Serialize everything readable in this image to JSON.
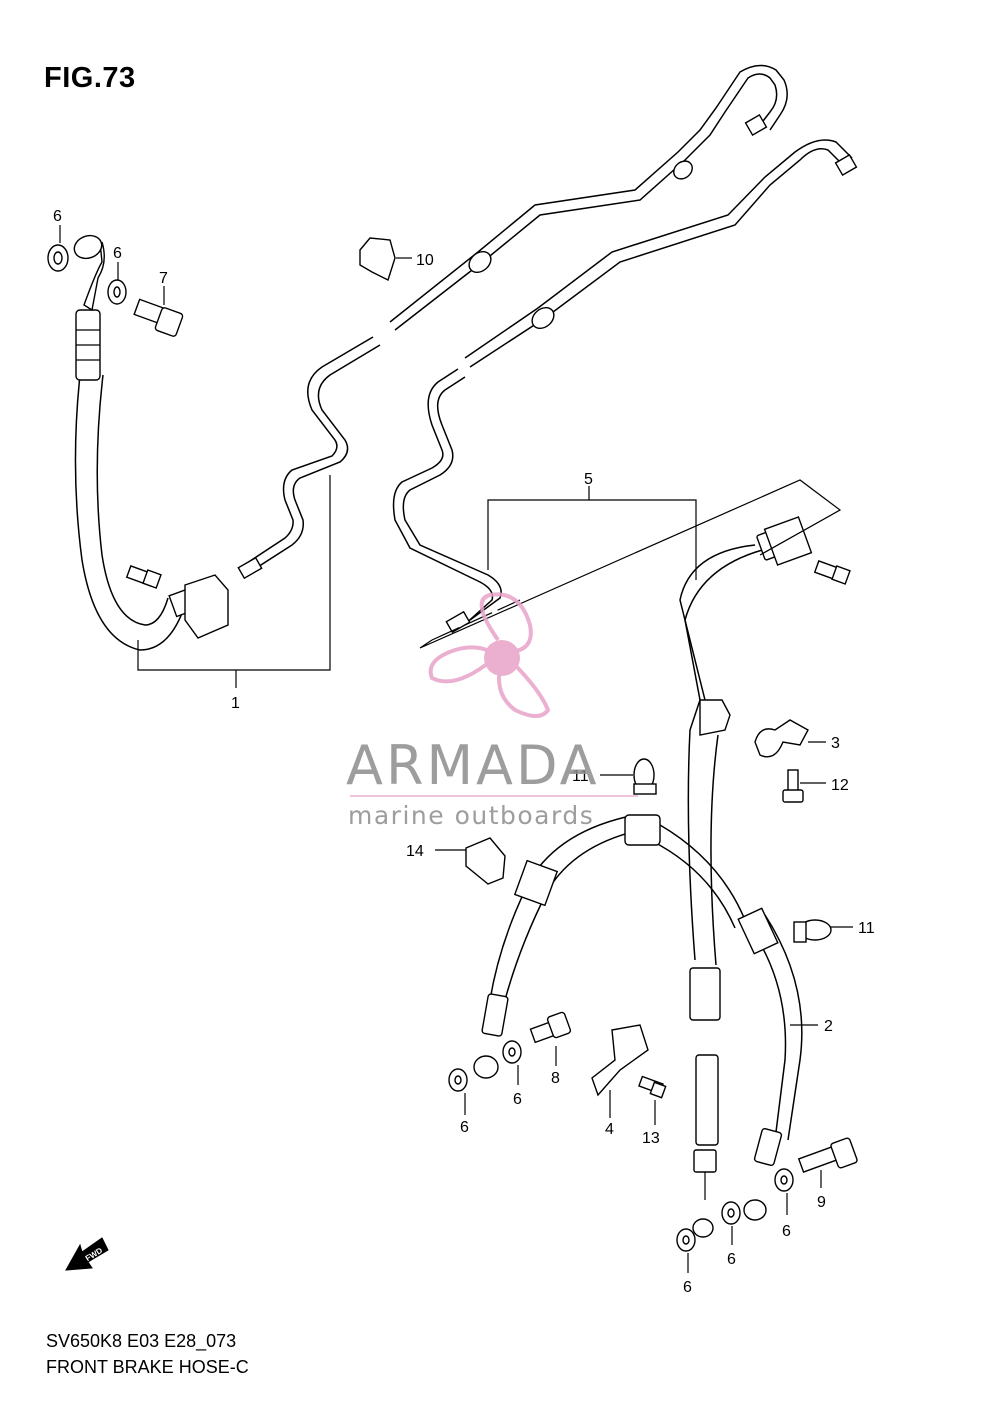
{
  "figure": {
    "title": "FIG.73",
    "model_code": "SV650K8 E03 E28_073",
    "caption": "FRONT BRAKE HOSE-C"
  },
  "callouts": {
    "c1": "1",
    "c2": "2",
    "c3": "3",
    "c4": "4",
    "c5": "5",
    "c6a": "6",
    "c6b": "6",
    "c6c": "6",
    "c6d": "6",
    "c6e": "6",
    "c6f": "6",
    "c6g": "6",
    "c7": "7",
    "c8": "8",
    "c9": "9",
    "c10": "10",
    "c11a": "11",
    "c11b": "11",
    "c12": "12",
    "c13": "13",
    "c14": "14"
  },
  "watermark": {
    "name": "ARMADA",
    "tagline": "marine outboards",
    "logo_color": "#e8a3c8",
    "text_color": "#8d8d8d"
  },
  "fwd_marker": {
    "label": "FWD",
    "icon": "fwd-arrow-icon"
  }
}
